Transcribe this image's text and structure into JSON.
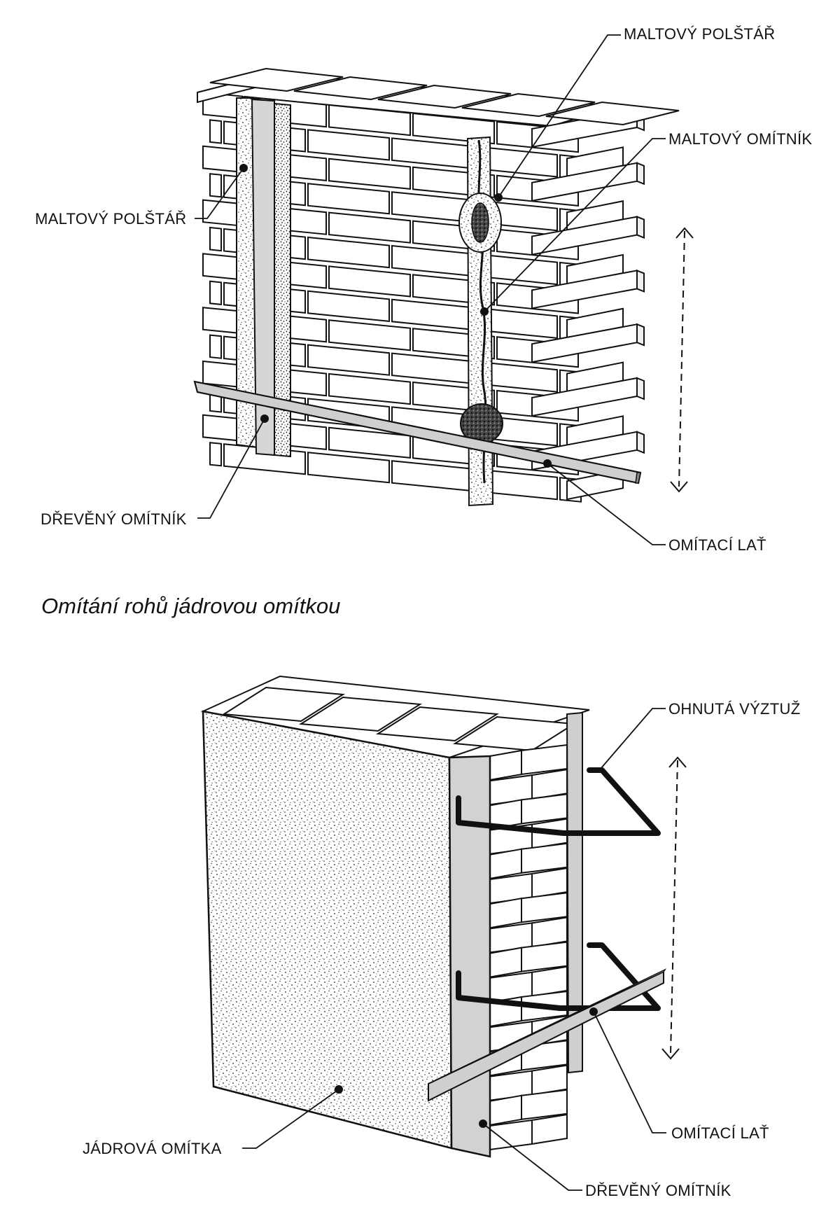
{
  "diagram_top": {
    "labels": {
      "mortar_pad_right": "MALTOVÝ POLŠTÁŘ",
      "mortar_screed": "MALTOVÝ OMÍTNÍK",
      "mortar_pad_left": "MALTOVÝ POLŠTÁŘ",
      "wooden_screed": "DŘEVĚNÝ OMÍTNÍK",
      "plaster_lath": "OMÍTACÍ LAŤ"
    }
  },
  "caption": "Omítání rohů jádrovou omítkou",
  "diagram_bottom": {
    "labels": {
      "bent_rebar": "OHNUTÁ VÝZTUŽ",
      "plaster_lath": "OMÍTACÍ LAŤ",
      "core_plaster": "JÁDROVÁ OMÍTKA",
      "wooden_screed": "DŘEVĚNÝ OMÍTNÍK"
    }
  }
}
